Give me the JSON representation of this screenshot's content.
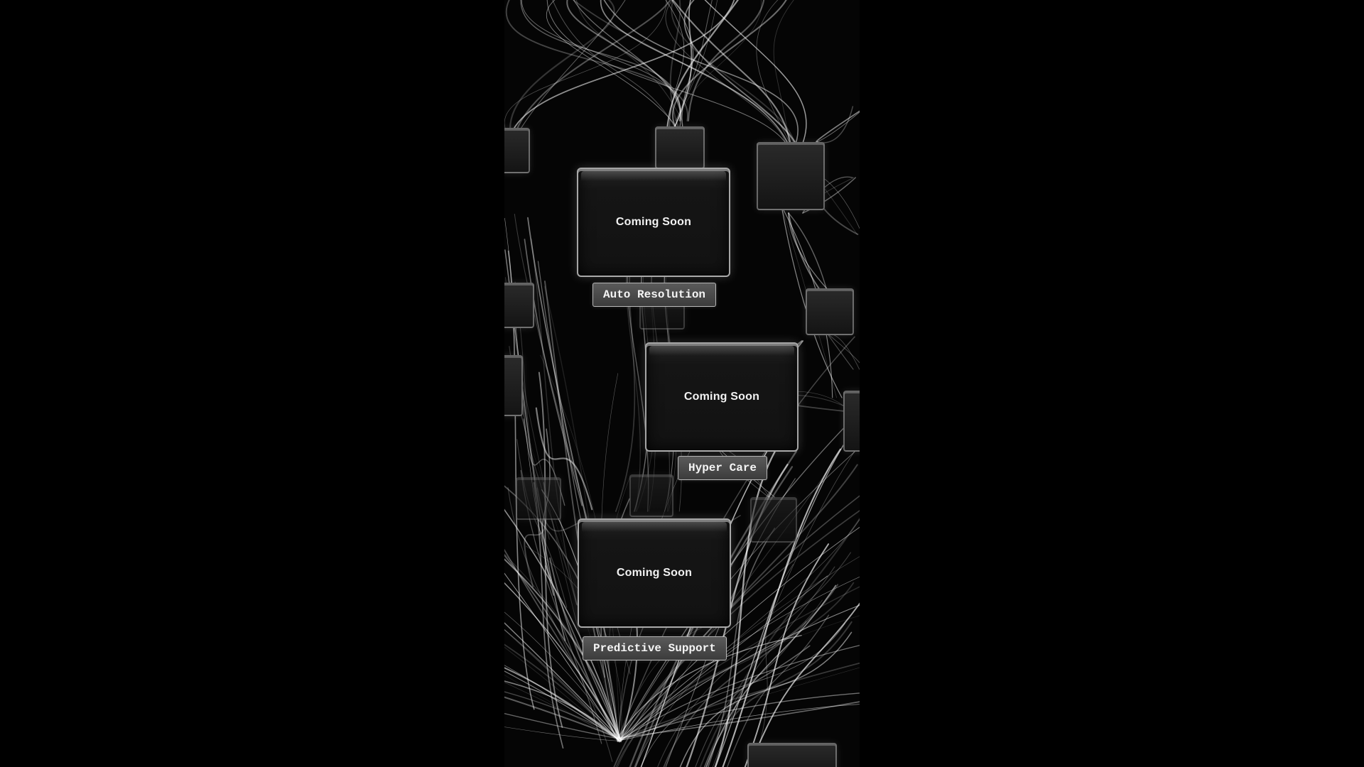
{
  "modules": [
    {
      "card_label": "Coming Soon",
      "tag": "Auto Resolution"
    },
    {
      "card_label": "Coming Soon",
      "tag": "Hyper Care"
    },
    {
      "card_label": "Coming Soon",
      "tag": "Predictive Support"
    }
  ],
  "colors": {
    "background": "#000000",
    "card_fill": "#151515",
    "card_border": "#d7d7d7",
    "tag_fill": "#4a4a4a",
    "text": "#f2f2f2",
    "fiber": "#ffffff"
  }
}
